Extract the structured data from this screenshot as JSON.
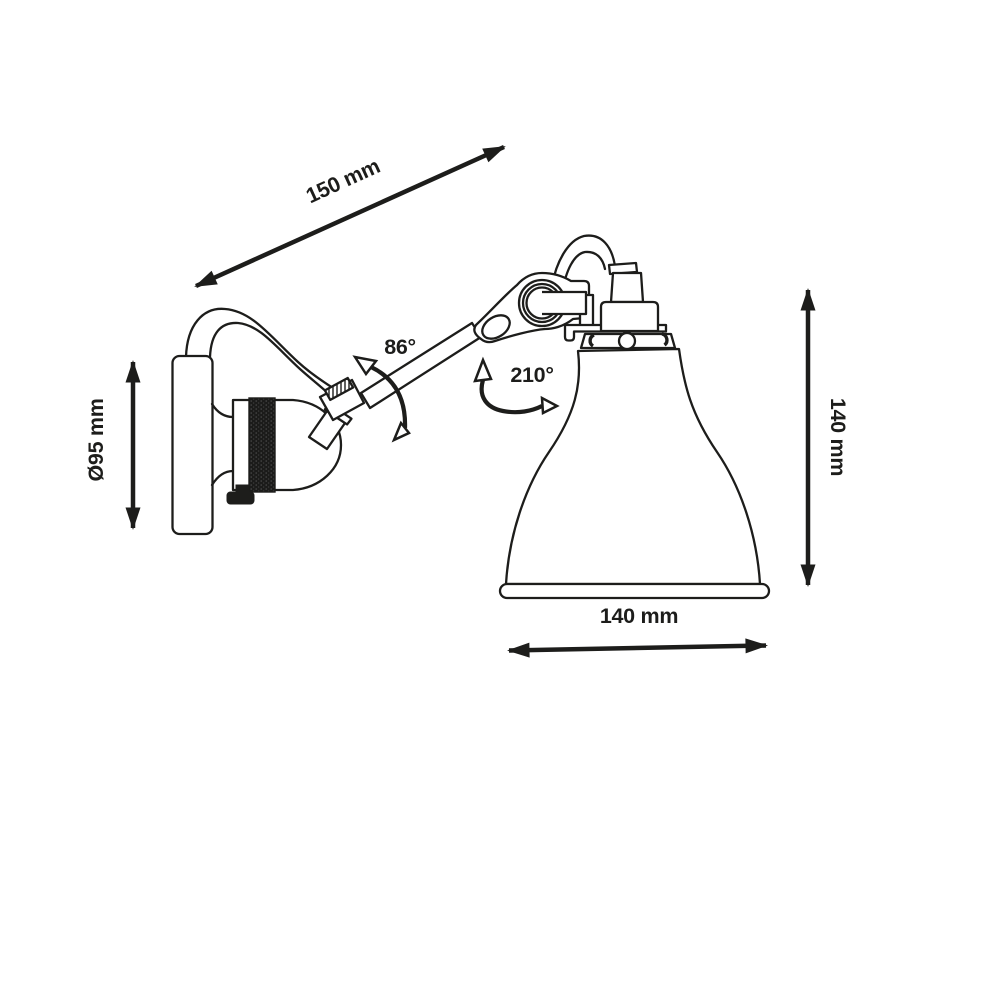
{
  "page": {
    "background_color": "#ffffff",
    "line_color": "#1d1d1b",
    "drawing_type": "wall-lamp-technical-line-drawing"
  },
  "labels": {
    "arm_length": "150 mm",
    "backplate_diameter": "Ø95 mm",
    "shade_height": "140 mm",
    "shade_diameter": "140 mm",
    "arm_rotation_angle": "86°",
    "shade_rotation_angle": "210°"
  }
}
